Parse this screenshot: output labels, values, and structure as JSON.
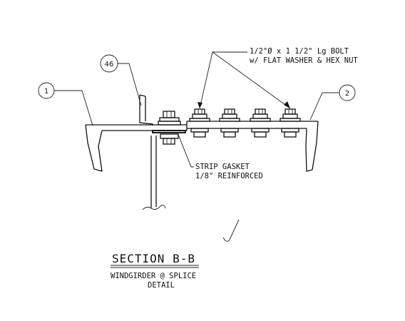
{
  "callouts": [
    {
      "id": "1",
      "label": "1"
    },
    {
      "id": "46",
      "label": "46"
    },
    {
      "id": "2",
      "label": "2"
    }
  ],
  "notes": {
    "bolt_line1": "1/2\"Ø x 1 1/2\" Lg BOLT",
    "bolt_line2": "w/ FLAT WASHER & HEX NUT",
    "gasket_line1": "STRIP GASKET",
    "gasket_line2": "1/8\" REINFORCED"
  },
  "title": {
    "main": "SECTION B-B",
    "line2": "WINDGIRDER @ SPLICE",
    "line3": "DETAIL"
  }
}
